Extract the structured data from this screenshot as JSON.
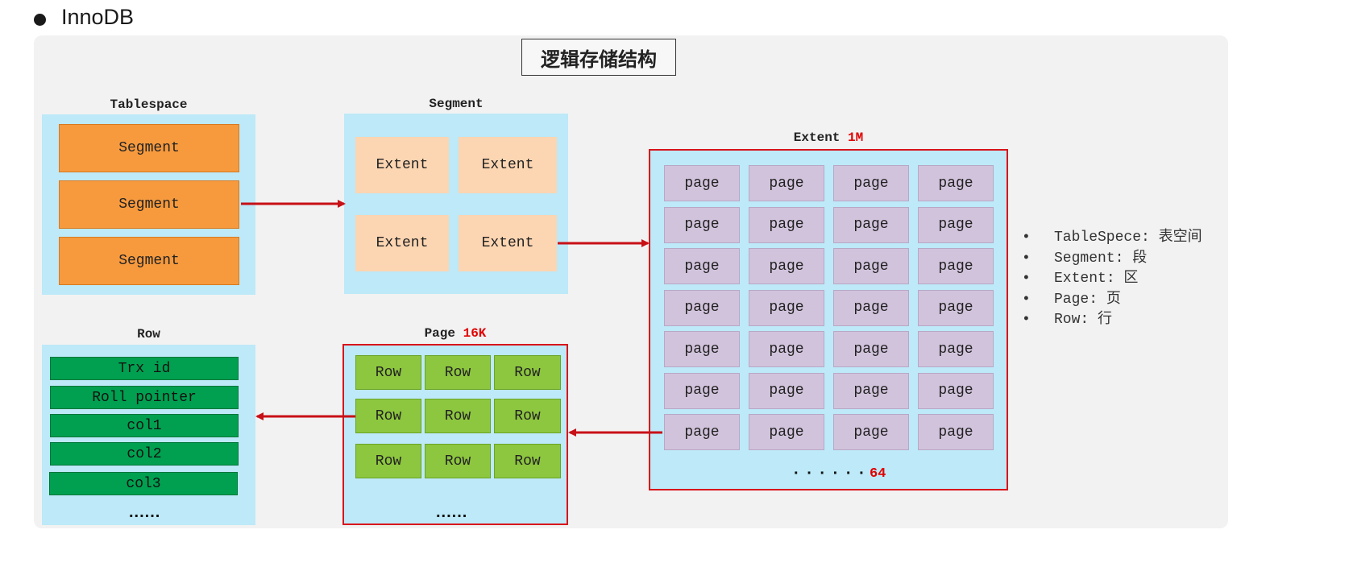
{
  "header": {
    "title": "InnoDB"
  },
  "panel": {
    "title": "逻辑存储结构"
  },
  "tablespace": {
    "label": "Tablespace",
    "segments": [
      "Segment",
      "Segment",
      "Segment"
    ]
  },
  "segment": {
    "label": "Segment",
    "extents": [
      "Extent",
      "Extent",
      "Extent",
      "Extent"
    ]
  },
  "extent": {
    "label": "Extent",
    "size": "1M",
    "pages": [
      [
        "page",
        "page",
        "page",
        "page"
      ],
      [
        "page",
        "page",
        "page",
        "page"
      ],
      [
        "page",
        "page",
        "page",
        "page"
      ],
      [
        "page",
        "page",
        "page",
        "page"
      ],
      [
        "page",
        "page",
        "page",
        "page"
      ],
      [
        "page",
        "page",
        "page",
        "page"
      ],
      [
        "page",
        "page",
        "page",
        "page"
      ]
    ],
    "ellipsis": "· · · · · ·",
    "count": "64"
  },
  "page": {
    "label": "Page",
    "size": "16K",
    "rows": [
      [
        "Row",
        "Row",
        "Row"
      ],
      [
        "Row",
        "Row",
        "Row"
      ],
      [
        "Row",
        "Row",
        "Row"
      ]
    ],
    "ellipsis": "......"
  },
  "row": {
    "label": "Row",
    "fields": [
      "Trx id",
      "Roll pointer",
      "col1",
      "col2",
      "col3"
    ],
    "ellipsis": "......"
  },
  "legend": [
    {
      "term": "TableSpece",
      "meaning": "表空间"
    },
    {
      "term": "Segment",
      "meaning": "段"
    },
    {
      "term": "Extent",
      "meaning": "区"
    },
    {
      "term": "Page",
      "meaning": "页"
    },
    {
      "term": "Row",
      "meaning": "行"
    }
  ],
  "colors": {
    "accent_red": "#d9141b",
    "container_blue": "#bde9f8",
    "segment_orange": "#f79a3e",
    "extent_peach": "#fcd5b2",
    "page_lavender": "#d1c3dc",
    "row_green": "#8dc63f",
    "field_green": "#00a050"
  }
}
